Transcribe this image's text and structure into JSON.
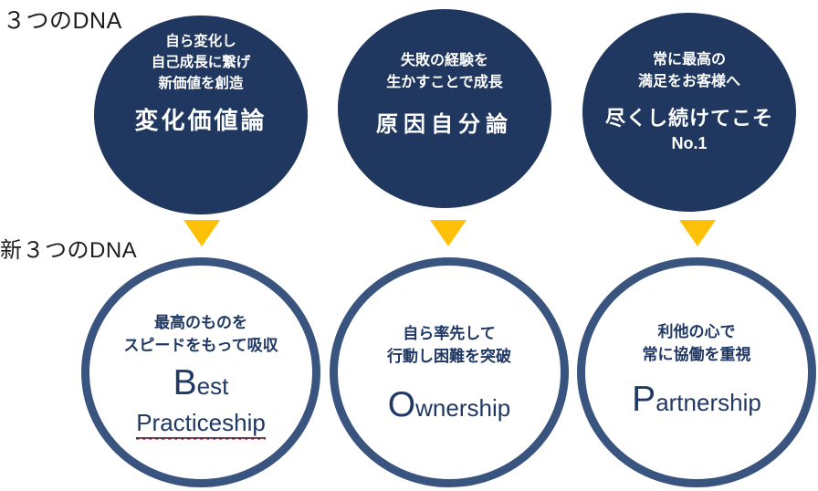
{
  "labels": {
    "old": "３つのDNA",
    "new": "新３つのDNA"
  },
  "colors": {
    "circle_fill": "#203760",
    "ring_stroke": "#3A5480",
    "arrow": "#FFC008",
    "navy_text": "#1F3864",
    "label_text": "#1c1c1c",
    "misspell_underline": "#e0392b"
  },
  "old_dna": [
    {
      "lines": [
        "自ら変化し",
        "自己成長に繋げ",
        "新価値を創造"
      ],
      "title": "変化価値論"
    },
    {
      "lines": [
        "失敗の経験を",
        "生かすことで成長"
      ],
      "title": "原因自分論"
    },
    {
      "lines": [
        "常に最高の",
        "満足をお客様へ"
      ],
      "title": "尽くし続けてこそ",
      "subtitle": "No.1"
    }
  ],
  "new_dna": [
    {
      "lines": [
        "最高のものを",
        "スピードをもって吸収"
      ],
      "word_initial": "B",
      "word_rest": "est",
      "word_line2": "Practiceship"
    },
    {
      "lines": [
        "自ら率先して",
        "行動し困難を突破"
      ],
      "word_initial": "O",
      "word_rest": "wnership"
    },
    {
      "lines": [
        "利他の心で",
        "常に協働を重視"
      ],
      "word_initial": "P",
      "word_rest": "artnership"
    }
  ]
}
